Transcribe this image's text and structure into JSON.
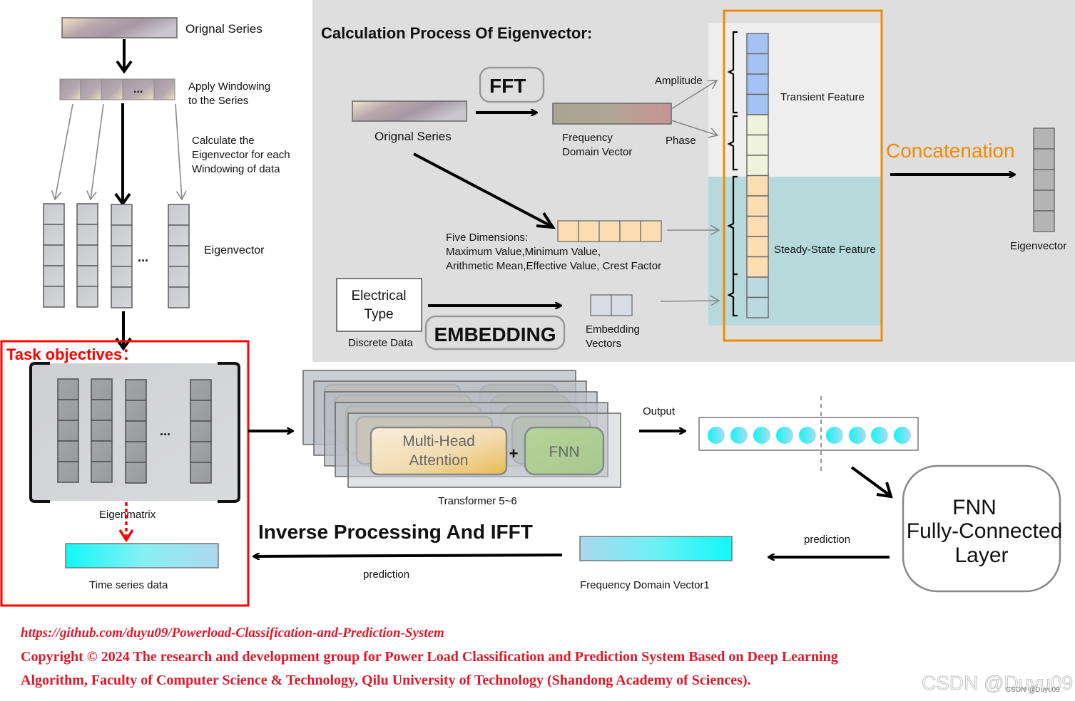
{
  "colors": {
    "panel_bg": "#dedede",
    "transient_bg": "#eeeeee",
    "steady_bg": "#b6dadc",
    "orange": "#f08a00",
    "red": "#ff0000",
    "blue_cell": "#a4c2f4",
    "yellow_cell": "#eff3da",
    "peach_cell": "#fcdcb1",
    "lightblue_cell": "#bcd8e0",
    "grey_cell": "#b4b4b4",
    "cyan": "#14f6f6",
    "footer_red": "#e0182a"
  },
  "left_flow": {
    "original_series_label": "Orignal Series",
    "windowing_label_line1": "Apply Windowing",
    "windowing_label_line2": "to the Series",
    "windowing_ellipsis": "...",
    "calc_label_line1": "Calculate the",
    "calc_label_line2": "Eigenvector for each",
    "calc_label_line3": "Windowing of data",
    "eigenvector_label": "Eigenvector",
    "eigenvector_ellipsis": "..."
  },
  "task_box": {
    "title": "Task objectives：",
    "matrix_ellipsis": "...",
    "eigenmatrix_label": "Eigenmatrix",
    "time_series_label": "Time series data"
  },
  "calc_panel": {
    "title": "Calculation Process Of Eigenvector:",
    "original_series_label": "Orignal Series",
    "fft_label": "FFT",
    "freq_vector_line1": "Frequency",
    "freq_vector_line2": "Domain Vector",
    "amplitude_label": "Amplitude",
    "phase_label": "Phase",
    "five_dims_line1": "Five Dimensions:",
    "five_dims_line2": "Maximum Value,Minimum Value,",
    "five_dims_line3": "Arithmetic Mean,Effective Value, Crest Factor",
    "electrical_type_line1": "Electrical",
    "electrical_type_line2": "Type",
    "discrete_data_label": "Discrete Data",
    "embedding_label": "EMBEDDING",
    "embedding_vectors_line1": "Embedding",
    "embedding_vectors_line2": "Vectors",
    "transient_feature_label": "Transient Feature",
    "steady_state_feature_label": "Steady-State Feature",
    "concatenation_label": "Concatenation",
    "result_eigenvector_label": "Eigenvector"
  },
  "transformer": {
    "attention_line1": "Multi-Head",
    "attention_line2": "Attention",
    "plus": "+",
    "fnn_label": "FNN",
    "caption": "Transformer 5~6"
  },
  "output_block": {
    "output_label": "Output",
    "node_count": 9
  },
  "fnn_block": {
    "line1": "FNN",
    "line2": "Fully-Connected",
    "line3": "Layer"
  },
  "return_flow": {
    "prediction_label_right": "prediction",
    "freq_vector1_label": "Frequency Domain Vector1",
    "inverse_title": "Inverse Processing And IFFT",
    "prediction_label_left": "prediction"
  },
  "footer": {
    "url": "https://github.com/duyu09/Powerload-Classification-and-Prediction-System",
    "copyright_line1": "Copyright © 2024 The research and development group for Power Load Classification and Prediction System Based on Deep Learning",
    "copyright_line2": "Algorithm, Faculty of Computer Science & Technology, Qilu University of Technology (Shandong Academy of Sciences).",
    "watermark_large": "CSDN @Duyu09",
    "watermark_small": "CSDN @Duyu09"
  }
}
